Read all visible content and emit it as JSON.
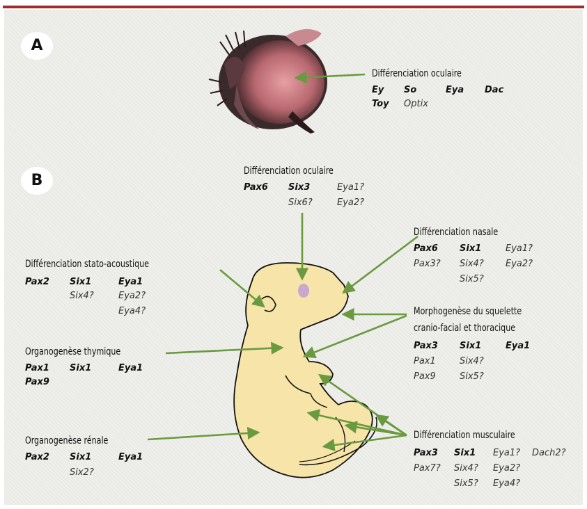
{
  "panels": {
    "a": {
      "letter": "A"
    },
    "b": {
      "letter": "B"
    }
  },
  "colors": {
    "top_bar": "#a32a2a",
    "background": "#eeeeea",
    "arrow": "#6a9a40",
    "embryo_fill": "#f6e4a8",
    "eye_spot": "#c8a8cc"
  },
  "groups": [
    {
      "id": "ocular-a",
      "title": "Différenciation oculaire",
      "genes": [
        {
          "text": "Ey",
          "style": "bold"
        },
        {
          "text": "So",
          "style": "bold"
        },
        {
          "text": "Eya",
          "style": "bold"
        },
        {
          "text": "Dac",
          "style": "bold"
        },
        {
          "text": "Toy",
          "style": "bold"
        },
        {
          "text": "Optix",
          "style": "italic"
        }
      ]
    },
    {
      "id": "ocular-b",
      "title": "Différenciation oculaire",
      "genes": [
        {
          "text": "Pax6",
          "style": "bold"
        },
        {
          "text": "Six3",
          "style": "bold"
        },
        {
          "text": "Eya1?",
          "style": "italic"
        },
        {
          "text": "Six6?",
          "style": "italic"
        },
        {
          "text": "Eya2?",
          "style": "italic"
        }
      ]
    },
    {
      "id": "nasal",
      "title": "Différenciation nasale",
      "genes": [
        {
          "text": "Pax6",
          "style": "bold"
        },
        {
          "text": "Six1",
          "style": "bold"
        },
        {
          "text": "Eya1?",
          "style": "italic"
        },
        {
          "text": "Pax3?",
          "style": "italic"
        },
        {
          "text": "Six4?",
          "style": "italic"
        },
        {
          "text": "Eya2?",
          "style": "italic"
        },
        {
          "text": "Six5?",
          "style": "italic"
        }
      ]
    },
    {
      "id": "stato",
      "title": "Différenciation stato-acoustique",
      "genes": [
        {
          "text": "Pax2",
          "style": "bold"
        },
        {
          "text": "Six1",
          "style": "bold"
        },
        {
          "text": "Eya1",
          "style": "bold"
        },
        {
          "text": "Six4?",
          "style": "italic"
        },
        {
          "text": "Eya2?",
          "style": "italic"
        },
        {
          "text": "Eya4?",
          "style": "italic"
        }
      ]
    },
    {
      "id": "skeleton",
      "title": "Morphogenèse du squelette",
      "title2": "cranio-facial et thoracique",
      "genes": [
        {
          "text": "Pax3",
          "style": "bold"
        },
        {
          "text": "Six1",
          "style": "bold"
        },
        {
          "text": "Eya1",
          "style": "bold"
        },
        {
          "text": "Pax1",
          "style": "italic"
        },
        {
          "text": "Six4?",
          "style": "italic"
        },
        {
          "text": "Pax9",
          "style": "italic"
        },
        {
          "text": "Six5?",
          "style": "italic"
        }
      ]
    },
    {
      "id": "thymic",
      "title": "Organogenèse thymique",
      "genes": [
        {
          "text": "Pax1",
          "style": "bold"
        },
        {
          "text": "Six1",
          "style": "bold"
        },
        {
          "text": "Eya1",
          "style": "bold"
        },
        {
          "text": "Pax9",
          "style": "bold"
        }
      ]
    },
    {
      "id": "renal",
      "title": "Organogenèse rénale",
      "genes": [
        {
          "text": "Pax2",
          "style": "bold"
        },
        {
          "text": "Six1",
          "style": "bold"
        },
        {
          "text": "Eya1",
          "style": "bold"
        },
        {
          "text": "Six2?",
          "style": "italic"
        }
      ]
    },
    {
      "id": "muscular",
      "title": "Différenciation musculaire",
      "genes": [
        {
          "text": "Pax3",
          "style": "bold"
        },
        {
          "text": "Six1",
          "style": "bold"
        },
        {
          "text": "Eya1?",
          "style": "italic"
        },
        {
          "text": "Dach2?",
          "style": "italic"
        },
        {
          "text": "Pax7?",
          "style": "italic"
        },
        {
          "text": "Six4?",
          "style": "italic"
        },
        {
          "text": "Eya2?",
          "style": "italic"
        },
        {
          "text": "Six5?",
          "style": "italic"
        },
        {
          "text": "Eya4?",
          "style": "italic"
        }
      ]
    }
  ]
}
